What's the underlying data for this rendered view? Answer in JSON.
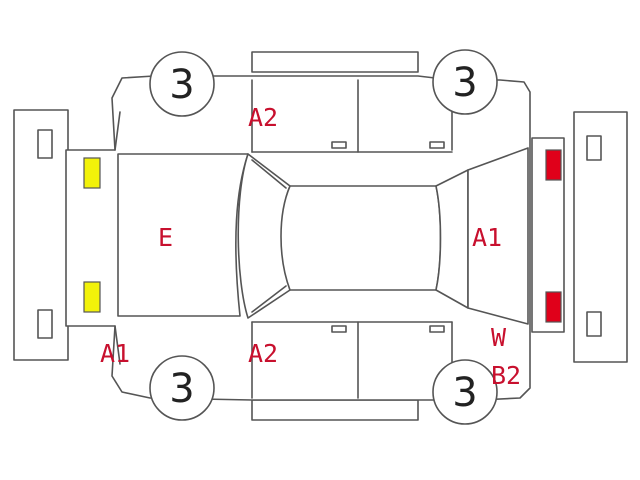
{
  "tires": {
    "front_left": "3",
    "rear_left": "3",
    "front_right": "3",
    "rear_right": "3"
  },
  "marks": {
    "hood": "E",
    "top_door": "A2",
    "bottom_door": "A2",
    "front_bumper": "A1",
    "tailgate": "A1",
    "rear_w": "W",
    "rear_b2": "B2"
  },
  "colors": {
    "mark_text": "#c8102e",
    "front_lamp": "#f2f20a",
    "rear_lamp": "#e0001a",
    "outline": "#555555"
  }
}
